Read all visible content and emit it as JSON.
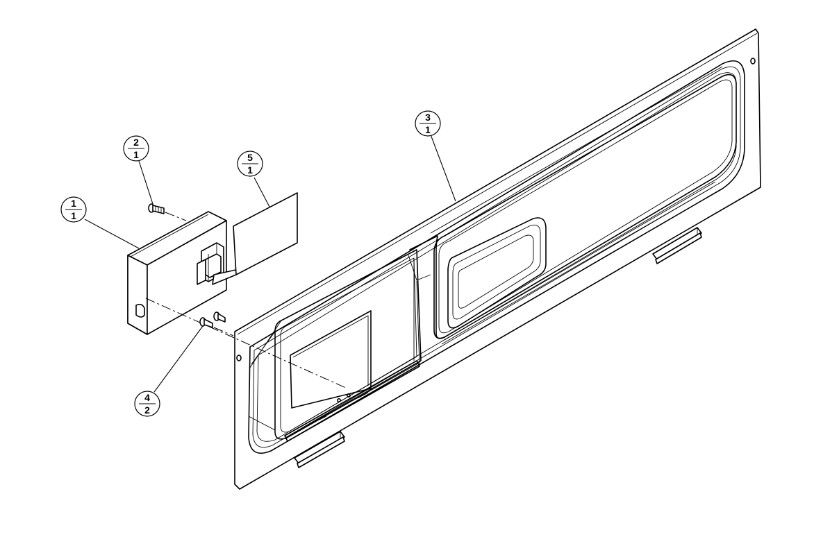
{
  "balloons": [
    {
      "id": "balloon-1",
      "part": "1",
      "qty": "1"
    },
    {
      "id": "balloon-2",
      "part": "2",
      "qty": "1"
    },
    {
      "id": "balloon-3",
      "part": "3",
      "qty": "1"
    },
    {
      "id": "balloon-4",
      "part": "4",
      "qty": "2"
    },
    {
      "id": "balloon-5",
      "part": "5",
      "qty": "1"
    }
  ]
}
